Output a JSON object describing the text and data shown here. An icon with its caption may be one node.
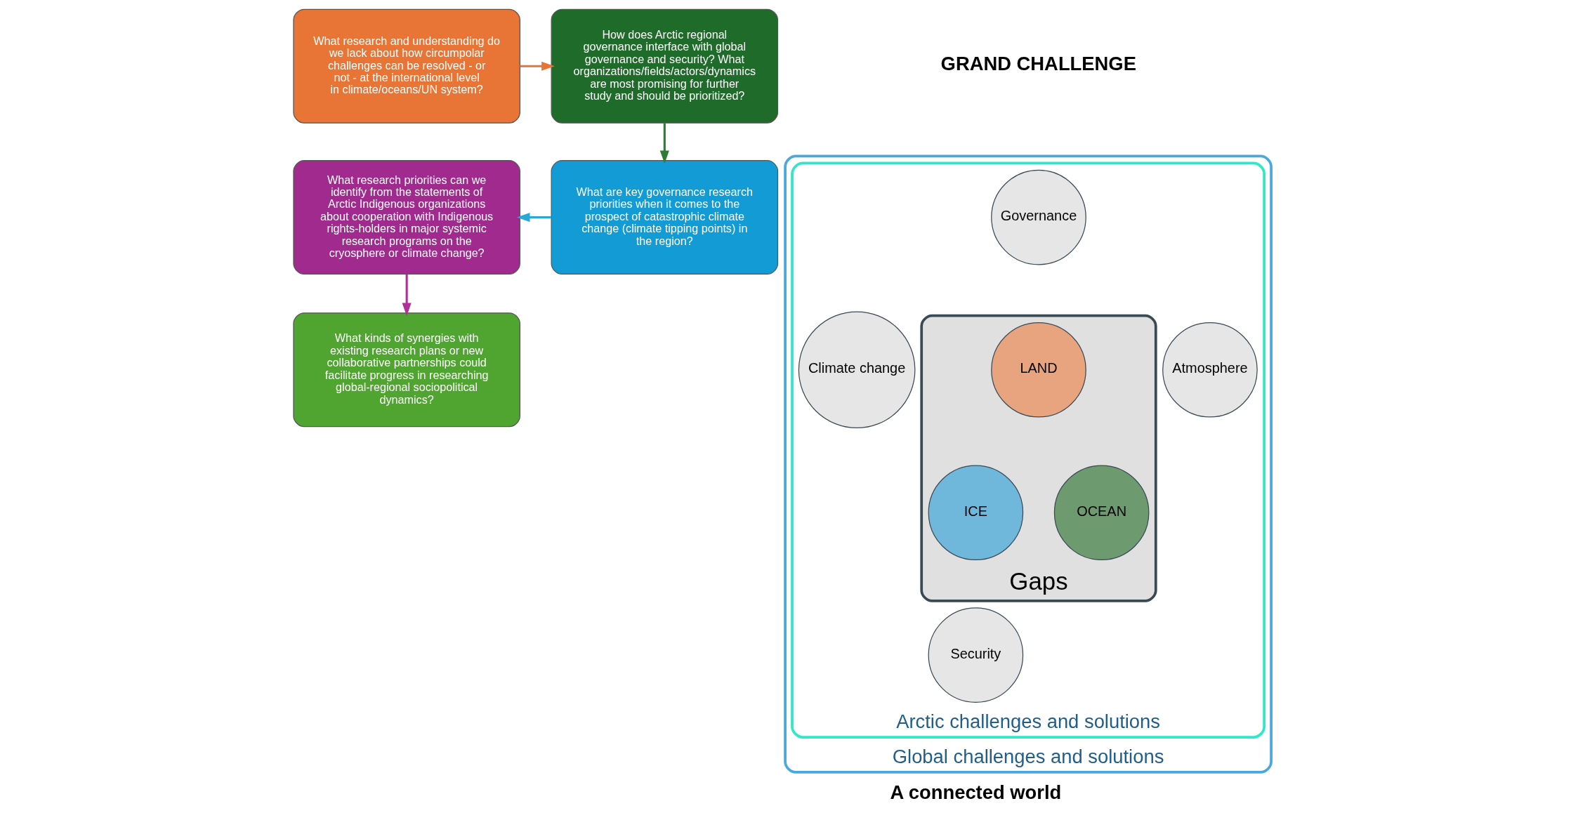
{
  "diagram": {
    "nodes": [
      {
        "text": [
          "What research and understanding do we lack about how circumpolar challenges can be resolved - or not - at the international level in climate/oceans/UN system?"
        ]
      },
      {
        "text": [
          "How does Arctic regional governance interface with global governance and security? What organizations/fields/actors/dynamics are most promising for further study and should be prioritized?"
        ]
      },
      {
        "text": [
          "What are key governance research priorities when it comes to the prospect of catastrophic climate change (climate tipping points) in the region?"
        ]
      },
      {
        "text": [
          "What research priorities can we identify from the statements of Arctic Indigenous organizations about cooperation with Indigenous rights-holders in major systemic research programs on the cryosphere or climate change?"
        ]
      },
      {
        "text": [
          "What kinds of synergies with existing research plans or new collaborative partnerships could facilitate progress in researching global-regional sociopolitical dynamics?"
        ]
      },
      {
        "text": [
          "Global challenges and solutions"
        ]
      },
      {
        "text": [
          "Arctic challenges and solutions"
        ],
        "in": 5
      },
      {
        "text": [
          "Governance"
        ],
        "in": 6
      },
      {
        "text": [
          "Climate change"
        ],
        "in": 6
      },
      {
        "text": [
          "Gaps"
        ],
        "in": 6
      },
      {
        "text": [
          "LAND"
        ],
        "in": 9
      },
      {
        "text": [
          "ICE"
        ],
        "in": 9
      },
      {
        "text": [
          "OCEAN"
        ],
        "in": 9
      },
      {
        "text": [
          "Atmosphere"
        ],
        "in": 6
      },
      {
        "text": [
          "Security"
        ],
        "in": 6
      }
    ],
    "edges": [
      {
        "from": 0,
        "to": 1,
        "arrow": "to",
        "color": "#e87435"
      },
      {
        "from": 1,
        "to": 2,
        "arrow": "to",
        "color": "#2e7d32"
      },
      {
        "from": 2,
        "to": 3,
        "arrow": "to",
        "color": "#29a8d8"
      },
      {
        "from": 3,
        "to": 4,
        "arrow": "to",
        "color": "#b0309a"
      }
    ],
    "labels": [
      "GRAND CHALLENGE",
      "A connected world"
    ]
  }
}
